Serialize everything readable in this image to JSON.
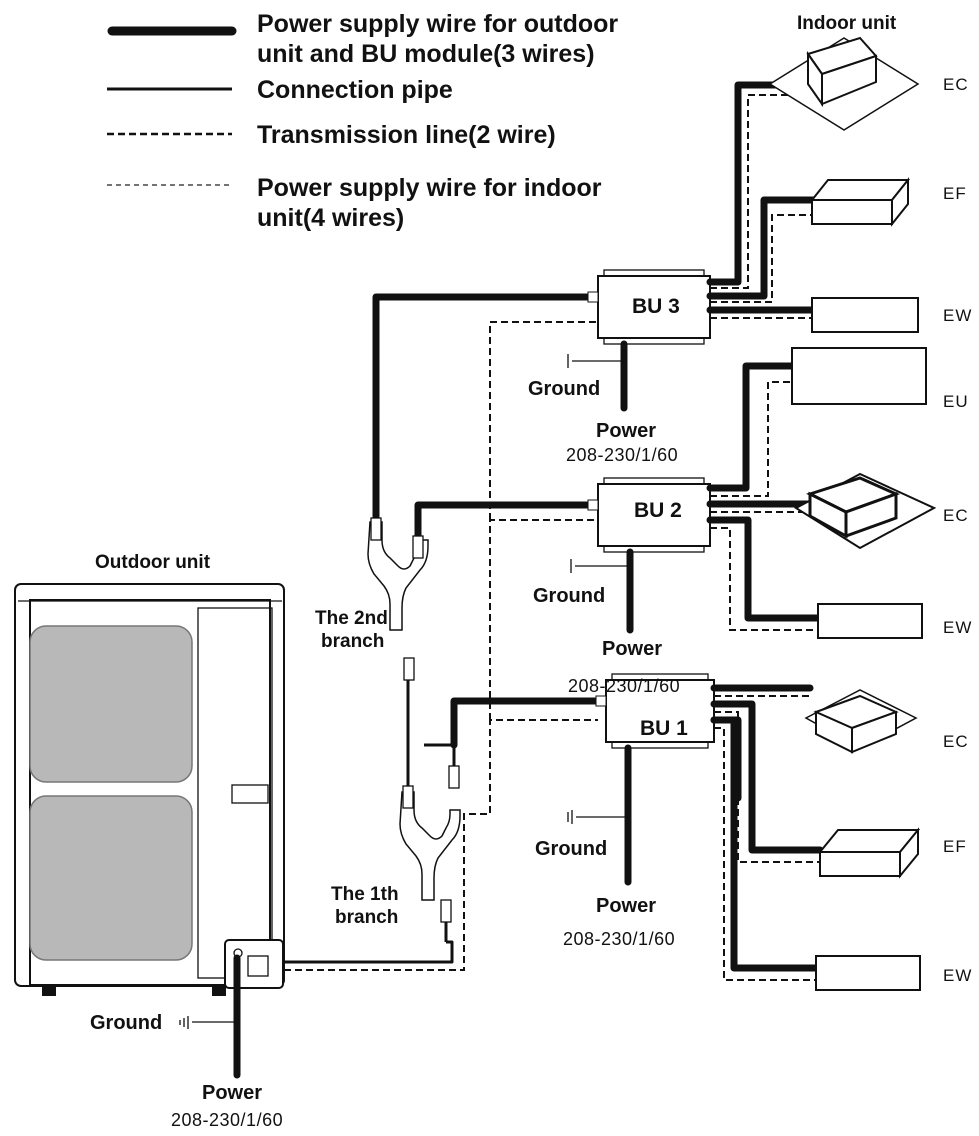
{
  "legend": [
    {
      "style": "power-outdoor",
      "label_lines": [
        "Power supply wire for outdoor",
        "unit and BU module(3 wires)"
      ]
    },
    {
      "style": "pipe",
      "label_lines": [
        "Connection pipe"
      ]
    },
    {
      "style": "transmission",
      "label_lines": [
        "Transmission line(2 wire)"
      ]
    },
    {
      "style": "power-indoor",
      "label_lines": [
        "Power supply wire for indoor",
        "unit(4 wires)"
      ]
    }
  ],
  "headers": {
    "indoor_unit": "Indoor unit",
    "outdoor_unit": "Outdoor unit"
  },
  "branches": {
    "second": [
      "The 2nd",
      "branch"
    ],
    "first": [
      "The 1th",
      "branch"
    ]
  },
  "bu_modules": {
    "bu3": "BU 3",
    "bu2": "BU 2",
    "bu1": "BU 1"
  },
  "power_labels": {
    "ground": "Ground",
    "power": "Power",
    "voltage": "208-230/1/60"
  },
  "indoor_units": {
    "bu3": [
      "EC",
      "EF",
      "EW"
    ],
    "bu2": [
      "EU",
      "EC",
      "EW"
    ],
    "bu1": [
      "EC",
      "EF",
      "EW"
    ]
  },
  "colors": {
    "line": "#111111",
    "background": "#ffffff"
  }
}
